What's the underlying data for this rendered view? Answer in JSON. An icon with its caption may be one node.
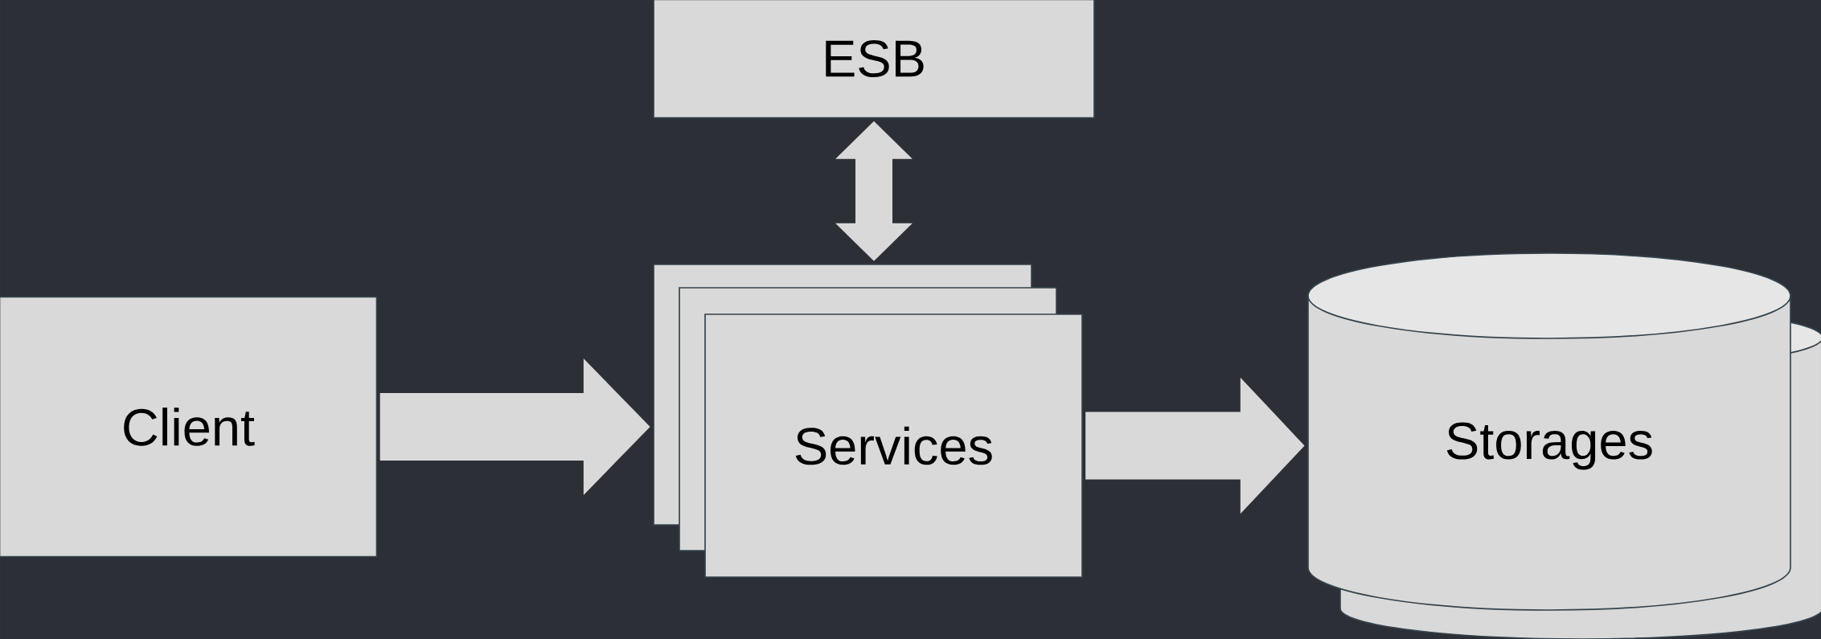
{
  "diagram": {
    "nodes": [
      {
        "text": [
          "ESB"
        ]
      },
      {
        "text": [
          "Client"
        ]
      },
      {
        "text": [
          "Services"
        ]
      },
      {
        "text": [
          "Storages"
        ]
      }
    ],
    "edges": [
      {
        "from": 1,
        "to": 2,
        "arrow": "to"
      },
      {
        "from": 2,
        "to": 3,
        "arrow": "to"
      },
      {
        "from": 0,
        "to": 2,
        "arrow": "both"
      }
    ]
  }
}
